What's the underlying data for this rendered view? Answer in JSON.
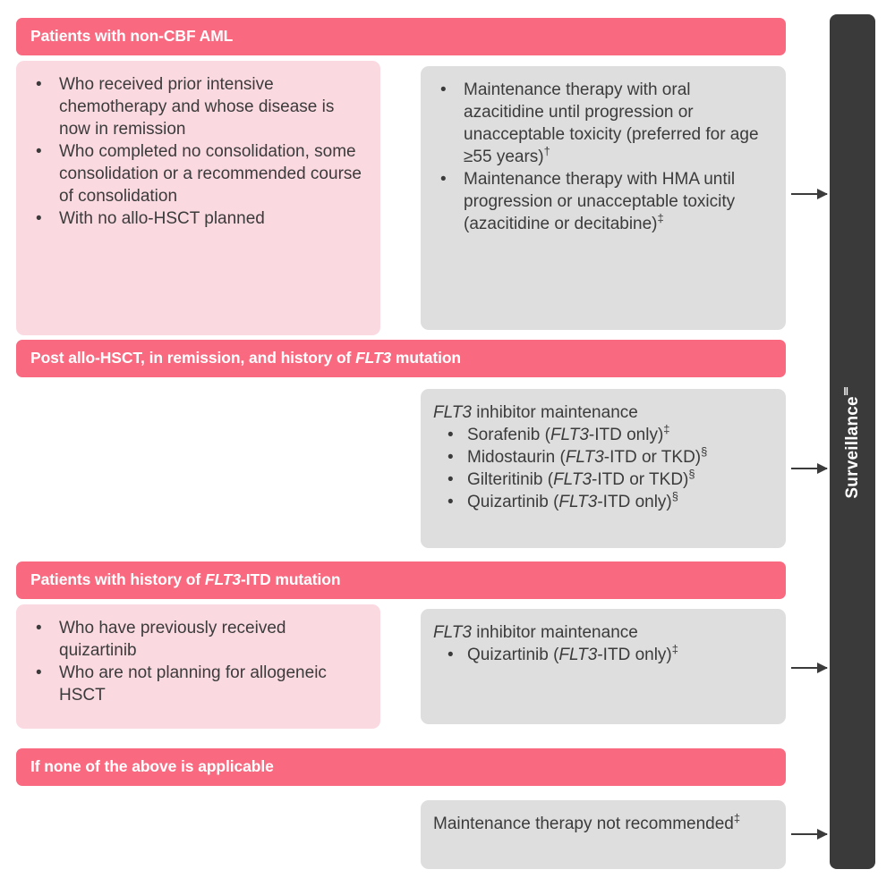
{
  "figure": {
    "type": "clinical-treatment-flowchart",
    "colors": {
      "header_pink": "#F96980",
      "box_pink": "#FBD9E1",
      "box_gray": "#DEDEDE",
      "bar_dark": "#3A3A3A",
      "text_dark": "#3B3B3B",
      "text_white": "#FFFFFF"
    }
  },
  "outcome": {
    "label": "Surveillance",
    "superscript": "‖"
  },
  "rows": [
    {
      "id": "non-cbf-aml",
      "header": {
        "prefix": "Patients with non-CBF AML",
        "italic": "",
        "suffix": ""
      },
      "criteria": {
        "lead": "",
        "items": [
          "Who received prior intensive chemotherapy and whose disease is now in remission",
          "Who completed no consolidation, some consolidation or a recommended course of consolidation",
          "With no allo-HSCT planned"
        ]
      },
      "recommendation": {
        "lead": "",
        "lead_italic": "",
        "items": [
          {
            "text": "Maintenance therapy with oral azacitidine until progression or unacceptable toxicity (preferred for age ≥55 years)",
            "superscript": "†"
          },
          {
            "text": "Maintenance therapy with HMA until progression or unacceptable toxicity (azacitidine or decitabine)",
            "superscript": "‡"
          }
        ]
      }
    },
    {
      "id": "post-allo-hsct-flt3",
      "header": {
        "prefix": "Post allo-HSCT, in remission, and history of ",
        "italic": "FLT3",
        "suffix": " mutation"
      },
      "criteria": null,
      "recommendation": {
        "lead_italic": "FLT3",
        "lead": " inhibitor maintenance",
        "items": [
          {
            "text": "Sorafenib (",
            "italic": "FLT3",
            "tail": "-ITD only)",
            "superscript": "‡"
          },
          {
            "text": "Midostaurin (",
            "italic": "FLT3",
            "tail": "-ITD or TKD)",
            "superscript": "§"
          },
          {
            "text": "Gilteritinib (",
            "italic": "FLT3",
            "tail": "-ITD or TKD)",
            "superscript": "§"
          },
          {
            "text": "Quizartinib (",
            "italic": "FLT3",
            "tail": "-ITD only)",
            "superscript": "§"
          }
        ]
      }
    },
    {
      "id": "flt3-itd-history",
      "header": {
        "prefix": "Patients with history of ",
        "italic": "FLT3",
        "suffix": "-ITD mutation"
      },
      "criteria": {
        "lead": "",
        "items": [
          "Who have previously received quizartinib",
          "Who are not planning for allogeneic HSCT"
        ]
      },
      "recommendation": {
        "lead_italic": "FLT3",
        "lead": " inhibitor maintenance",
        "items": [
          {
            "text": "Quizartinib (",
            "italic": "FLT3",
            "tail": "-ITD only)",
            "superscript": "‡"
          }
        ]
      }
    },
    {
      "id": "none-applicable",
      "header": {
        "prefix": "If none of the above is applicable",
        "italic": "",
        "suffix": ""
      },
      "criteria": null,
      "recommendation": {
        "lead": "",
        "lead_italic": "",
        "plain": {
          "text": "Maintenance therapy not recommended",
          "superscript": "‡"
        },
        "items": []
      }
    }
  ]
}
